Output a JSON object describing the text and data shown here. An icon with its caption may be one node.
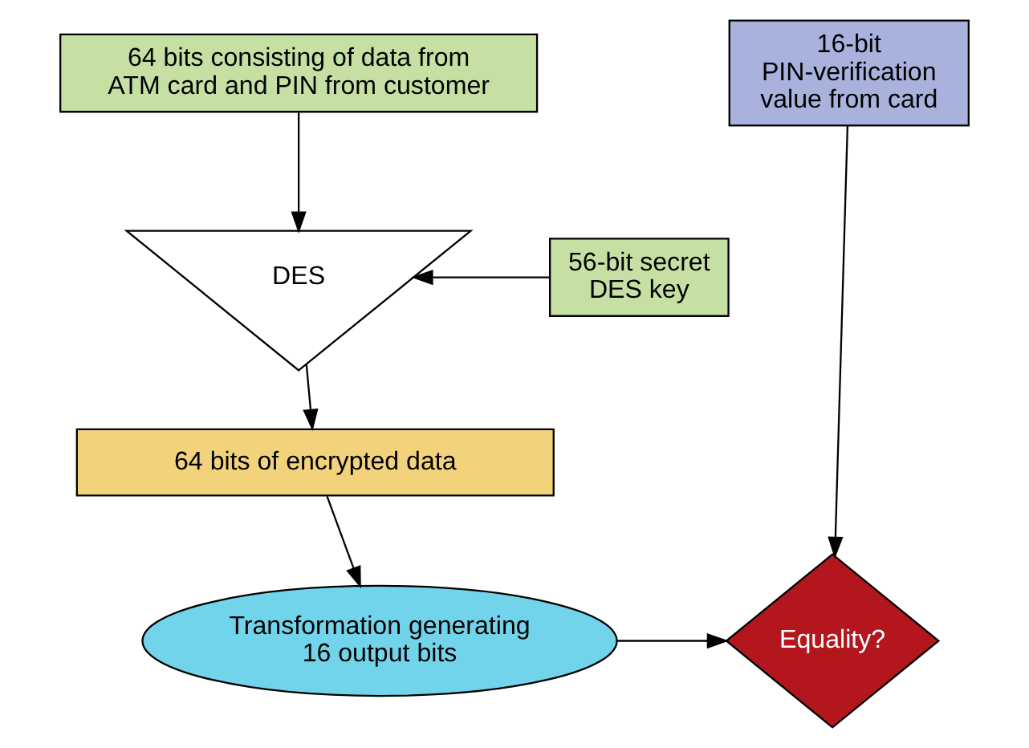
{
  "diagram": {
    "nodes": [
      {
        "text": [
          "64 bits consisting of data from ATM card and PIN from customer"
        ]
      },
      {
        "text": [
          "16-bit PIN-verification value from card"
        ]
      },
      {
        "text": [
          "DES"
        ]
      },
      {
        "text": [
          "56-bit secret DES key"
        ]
      },
      {
        "text": [
          "64 bits of encrypted data"
        ]
      },
      {
        "text": [
          "Transformation generating 16 output bits"
        ]
      },
      {
        "text": [
          "Equality?"
        ]
      }
    ],
    "edges": [
      {
        "from": 0,
        "to": 2,
        "arrow": "to"
      },
      {
        "from": 3,
        "to": 2,
        "arrow": "to"
      },
      {
        "from": 2,
        "to": 4,
        "arrow": "to"
      },
      {
        "from": 4,
        "to": 5,
        "arrow": "to"
      },
      {
        "from": 5,
        "to": 6,
        "arrow": "to"
      },
      {
        "from": 1,
        "to": 6,
        "arrow": "to"
      }
    ]
  }
}
